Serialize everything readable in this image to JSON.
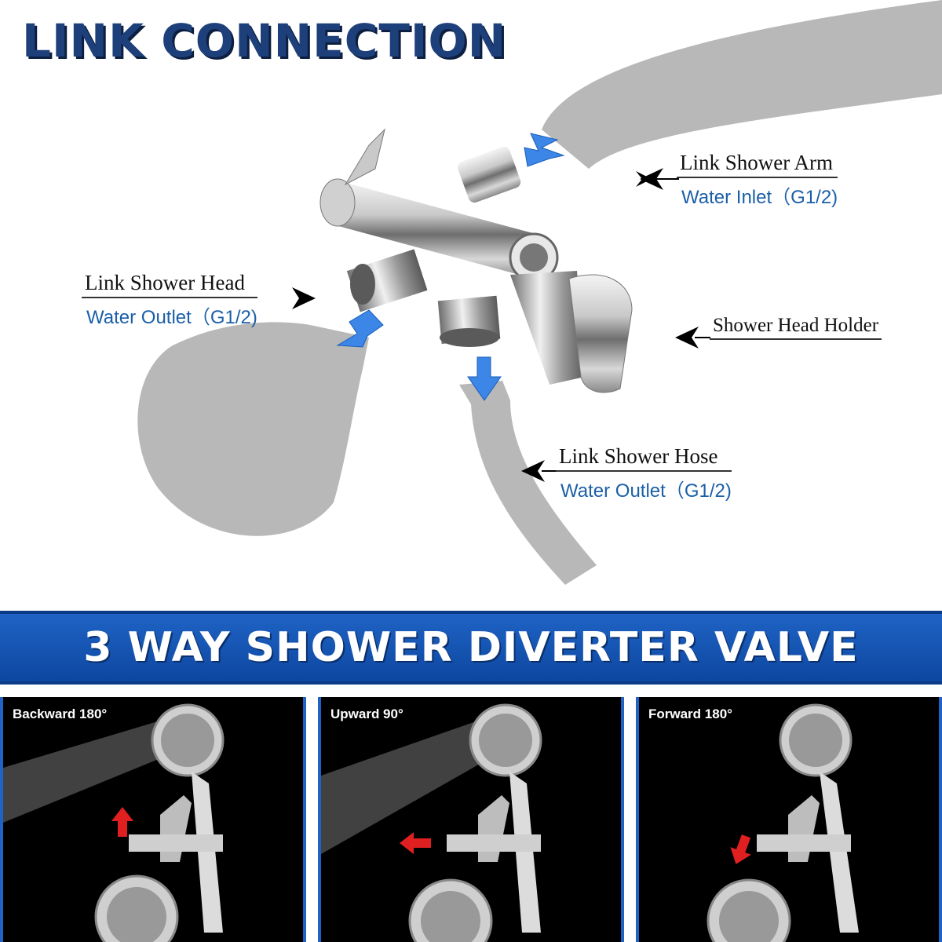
{
  "title": "LINK CONNECTION",
  "labels": {
    "shower_arm": {
      "primary": "Link Shower Arm",
      "secondary": "Water Inlet（G1/2)"
    },
    "shower_head": {
      "primary": "Link Shower Head",
      "secondary": "Water Outlet（G1/2)"
    },
    "holder": {
      "primary": "Shower Head Holder"
    },
    "shower_hose": {
      "primary": "Link Shower Hose",
      "secondary": "Water Outlet（G1/2)"
    }
  },
  "banner": "3 WAY SHOWER DIVERTER VALVE",
  "panels": [
    {
      "label": "Backward 180°",
      "arrow_direction": "up"
    },
    {
      "label": "Upward 90°",
      "arrow_direction": "left"
    },
    {
      "label": "Forward 180°",
      "arrow_direction": "down"
    }
  ],
  "colors": {
    "title": "#1d3f7a",
    "banner": "#1f63c4",
    "flow_arrow": "#3b86e6",
    "direction_arrow": "#e02020",
    "pipe_gray": "#b8b8b8"
  }
}
